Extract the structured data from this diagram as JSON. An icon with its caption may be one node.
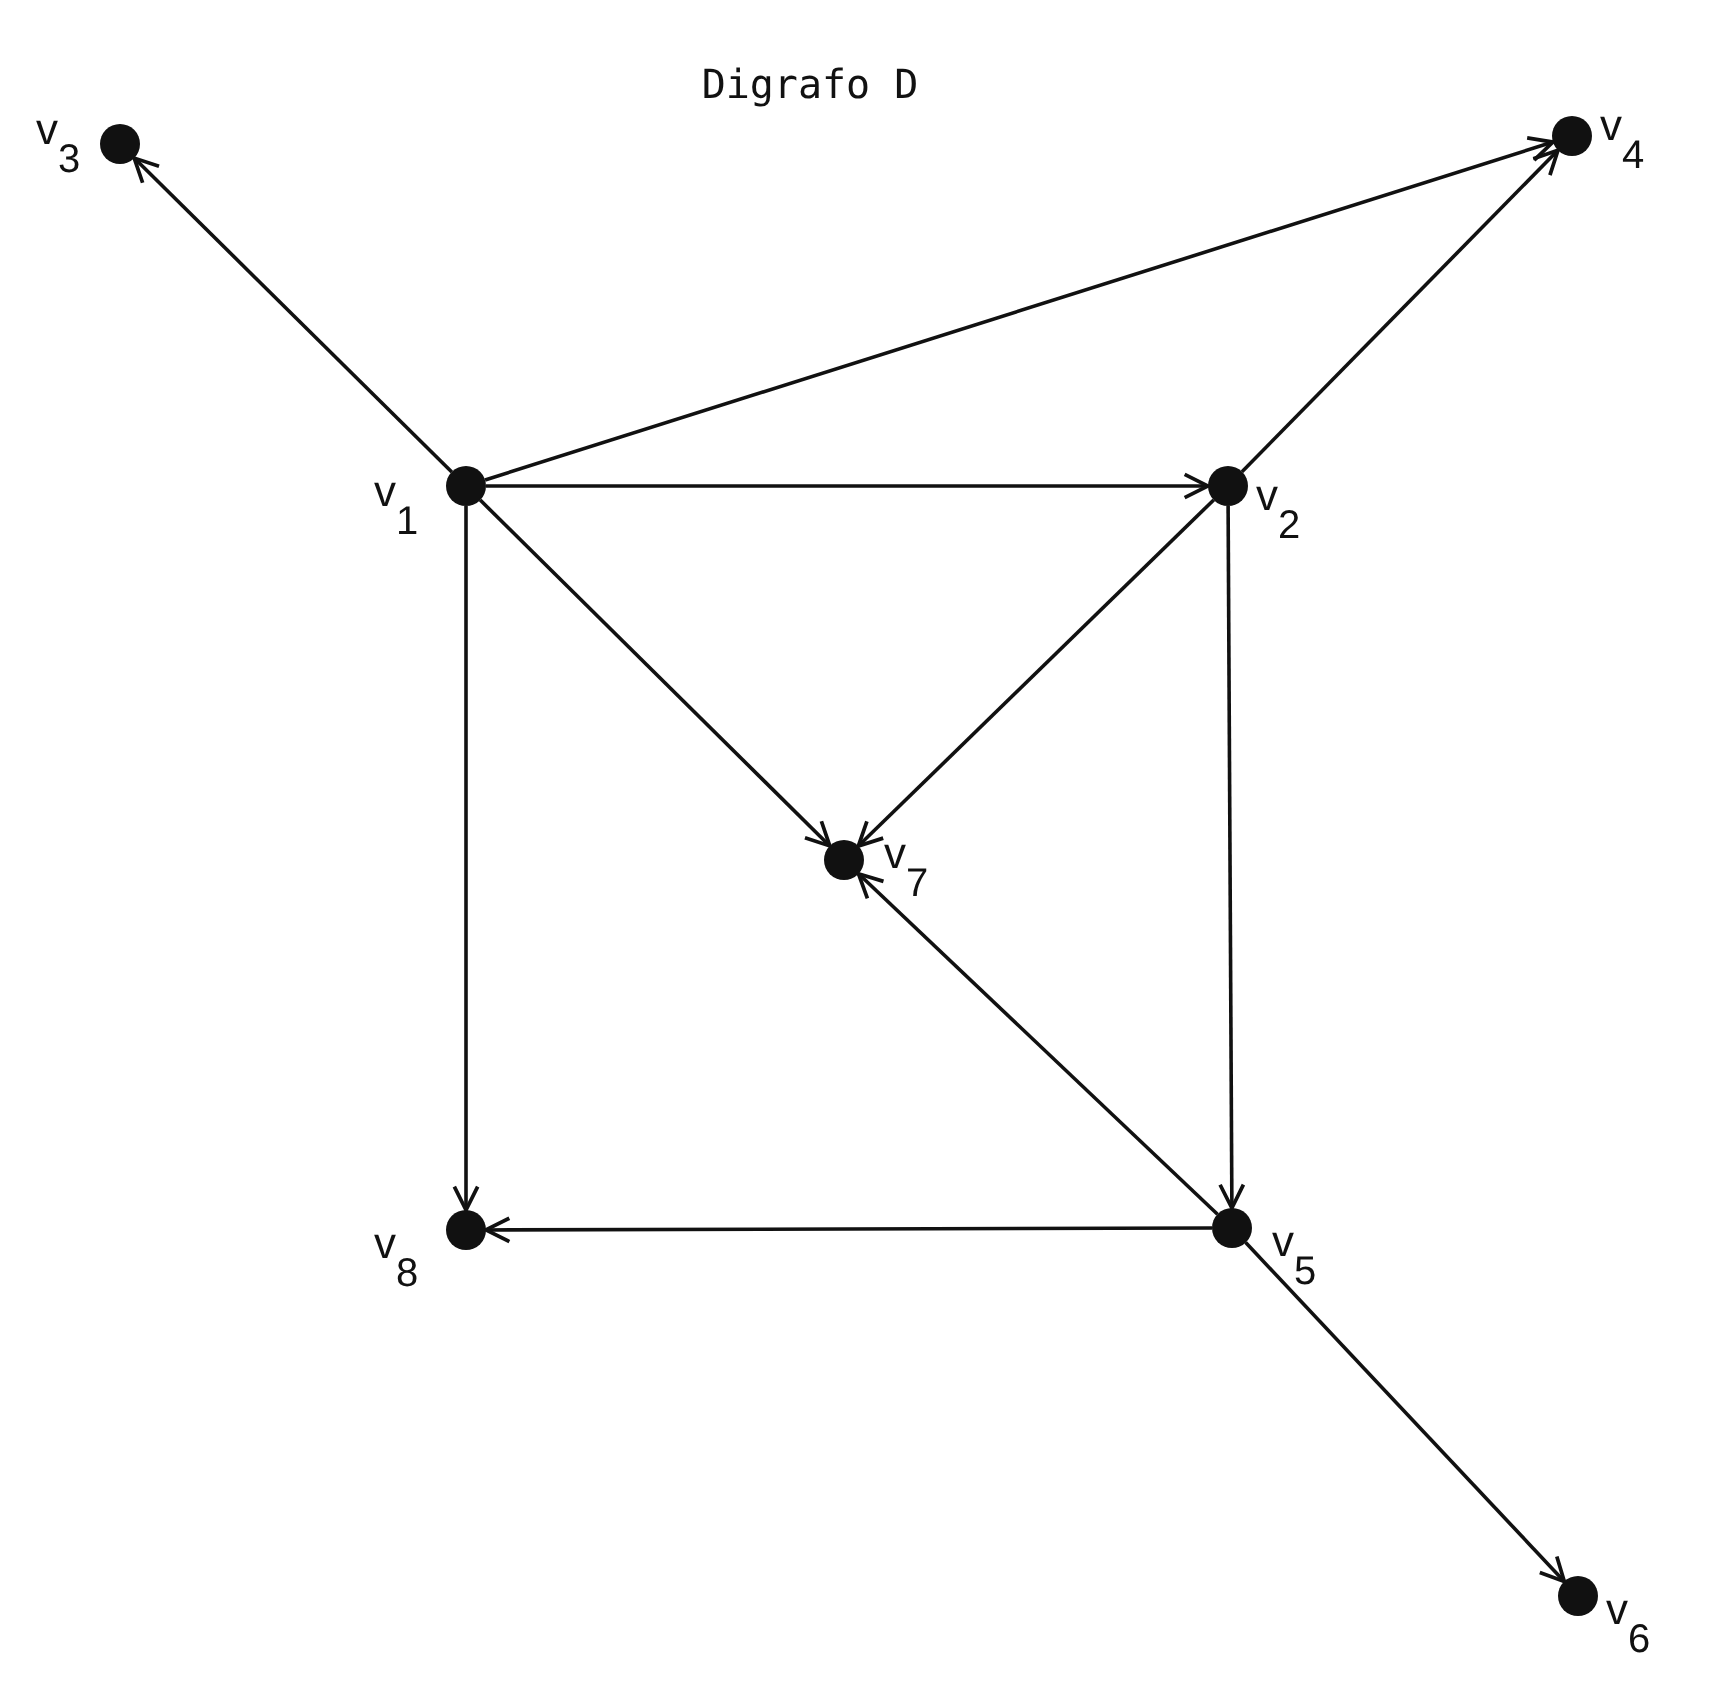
{
  "diagram": {
    "title": "Digrafo D",
    "nodes": [
      {
        "text": [],
        "shape": "circle",
        "beside": [
          "v$_{3}$"
        ]
      },
      {
        "text": [],
        "shape": "circle",
        "beside": [
          "v$_{4}$"
        ]
      },
      {
        "text": [],
        "shape": "circle",
        "beside": [
          "v$_{1}$"
        ]
      },
      {
        "text": [],
        "shape": "circle",
        "beside": [
          "v$_{2}$"
        ]
      },
      {
        "text": [],
        "shape": "circle",
        "beside": [
          "v$_{7}$"
        ]
      },
      {
        "text": [],
        "shape": "circle",
        "beside": [
          "v$_{8}$"
        ]
      },
      {
        "text": [],
        "shape": "circle",
        "beside": [
          "v$_{5}$"
        ]
      },
      {
        "text": [],
        "shape": "circle",
        "beside": [
          "v$_{6}$"
        ]
      }
    ],
    "edges": [
      {
        "from": 2,
        "to": 0,
        "arrow": "to"
      },
      {
        "from": 2,
        "to": 1,
        "arrow": "to"
      },
      {
        "from": 2,
        "to": 3,
        "arrow": "to"
      },
      {
        "from": 2,
        "to": 4,
        "arrow": "to"
      },
      {
        "from": 2,
        "to": 5,
        "arrow": "to"
      },
      {
        "from": 3,
        "to": 1,
        "arrow": "to"
      },
      {
        "from": 3,
        "to": 4,
        "arrow": "to"
      },
      {
        "from": 3,
        "to": 6,
        "arrow": "to"
      },
      {
        "from": 6,
        "to": 4,
        "arrow": "to"
      },
      {
        "from": 6,
        "to": 5,
        "arrow": "to"
      },
      {
        "from": 6,
        "to": 7,
        "arrow": "to"
      }
    ]
  }
}
